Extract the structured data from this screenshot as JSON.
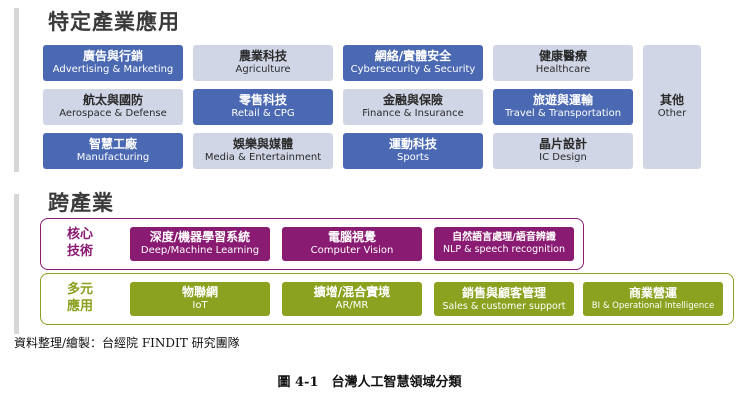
{
  "section1": {
    "title": "特定產業應用",
    "items": [
      {
        "zh": "廣告與行銷",
        "en": "Advertising & Marketing"
      },
      {
        "zh": "農業科技",
        "en": "Agriculture"
      },
      {
        "zh": "網絡/實體安全",
        "en": "Cybersecurity & Security"
      },
      {
        "zh": "健康醫療",
        "en": "Healthcare"
      },
      {
        "zh": "航太與國防",
        "en": "Aerospace & Defense"
      },
      {
        "zh": "零售科技",
        "en": "Retail & CPG"
      },
      {
        "zh": "金融與保險",
        "en": "Finance & Insurance"
      },
      {
        "zh": "旅遊與運輸",
        "en": "Travel & Transportation"
      },
      {
        "zh": "智慧工廠",
        "en": "Manufacturing"
      },
      {
        "zh": "娛樂與媒體",
        "en": "Media & Entertainment"
      },
      {
        "zh": "運動科技",
        "en": "Sports"
      },
      {
        "zh": "晶片設計",
        "en": "IC Design"
      }
    ],
    "other": {
      "zh": "其他",
      "en": "Other"
    }
  },
  "section2": {
    "title": "跨產業",
    "core": {
      "label_line1": "核心",
      "label_line2": "技術",
      "items": [
        {
          "zh": "深度/機器學習系統",
          "en": "Deep/Machine Learning"
        },
        {
          "zh": "電腦視覺",
          "en": "Computer Vision"
        },
        {
          "zh": "自然語言處理/語音辨識",
          "en": "NLP & speech recognition"
        }
      ]
    },
    "diverse": {
      "label_line1": "多元",
      "label_line2": "應用",
      "items": [
        {
          "zh": "物聯網",
          "en": "IoT"
        },
        {
          "zh": "擴增/混合實境",
          "en": "AR/MR"
        },
        {
          "zh": "銷售與顧客管理",
          "en": "Sales & customer support"
        },
        {
          "zh": "商業營運",
          "en": "BI & Operational Intelligence"
        }
      ]
    }
  },
  "source": "資料整理/繪製：台經院 FINDIT 研究團隊",
  "caption": "圖 4-1　台灣人工智慧領域分類",
  "colors": {
    "blue": "#4a69b2",
    "light_blue": "#d0d6e6",
    "purple": "#8a1b72",
    "olive": "#8aa21f"
  }
}
